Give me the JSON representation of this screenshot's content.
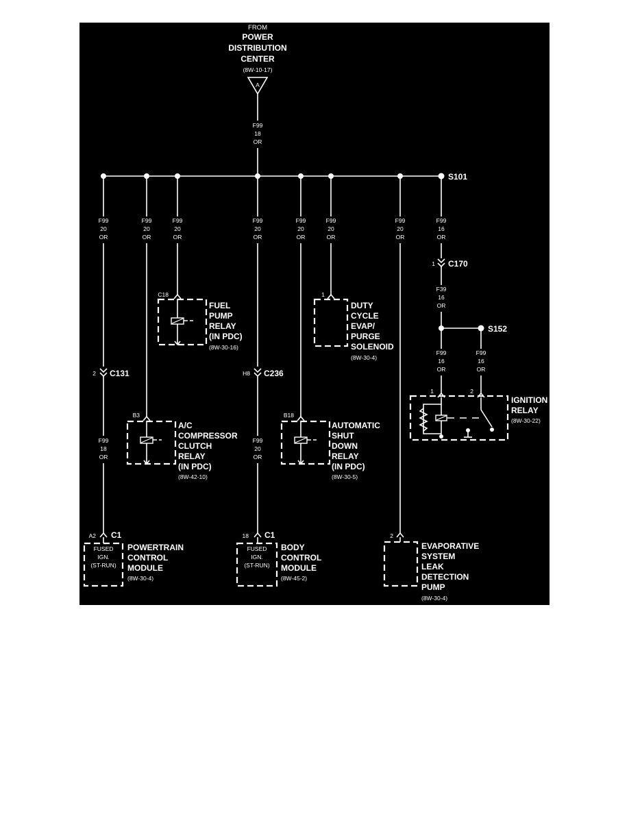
{
  "source": {
    "from": "FROM",
    "name_lines": [
      "POWER",
      "DISTRIBUTION",
      "CENTER"
    ],
    "ref": "(8W-10-17)",
    "connector": "A",
    "wire": {
      "circuit": "F99",
      "gauge": "18",
      "color": "OR"
    }
  },
  "splices": {
    "s101": "S101",
    "s152": "S152"
  },
  "branches": [
    {
      "circuit": "F99",
      "gauge": "20",
      "color": "OR"
    },
    {
      "circuit": "F99",
      "gauge": "20",
      "color": "OR"
    },
    {
      "circuit": "F99",
      "gauge": "20",
      "color": "OR"
    },
    {
      "circuit": "F99",
      "gauge": "20",
      "color": "OR"
    },
    {
      "circuit": "F99",
      "gauge": "20",
      "color": "OR"
    },
    {
      "circuit": "F99",
      "gauge": "20",
      "color": "OR"
    },
    {
      "circuit": "F99",
      "gauge": "20",
      "color": "OR"
    },
    {
      "circuit": "F99",
      "gauge": "16",
      "color": "OR"
    }
  ],
  "connectors": {
    "c131": {
      "pin": "2",
      "name": "C131"
    },
    "c236": {
      "pin": "H8",
      "name": "C236"
    },
    "c170": {
      "pin": "1",
      "name": "C170"
    }
  },
  "lower_wires": {
    "pcm": {
      "circuit": "F99",
      "gauge": "18",
      "color": "OR"
    },
    "bcm": {
      "circuit": "F99",
      "gauge": "20",
      "color": "OR"
    },
    "after_c170": {
      "circuit": "F39",
      "gauge": "16",
      "color": "OR"
    },
    "ign_pin1": {
      "circuit": "F99",
      "gauge": "16",
      "color": "OR"
    },
    "ign_pin2": {
      "circuit": "F99",
      "gauge": "16",
      "color": "OR"
    }
  },
  "components": {
    "fuel_pump_relay": {
      "pin": "C18",
      "lines": [
        "FUEL",
        "PUMP",
        "RELAY",
        "(IN PDC)"
      ],
      "ref": "(8W-30-16)"
    },
    "duty_cycle": {
      "pin": "1",
      "lines": [
        "DUTY",
        "CYCLE",
        "EVAP/",
        "PURGE",
        "SOLENOID"
      ],
      "ref": "(8W-30-4)"
    },
    "ac_relay": {
      "pin": "B3",
      "lines": [
        "A/C",
        "COMPRESSOR",
        "CLUTCH",
        "RELAY",
        "(IN PDC)"
      ],
      "ref": "(8W-42-10)"
    },
    "asd_relay": {
      "pin": "B18",
      "lines": [
        "AUTOMATIC",
        "SHUT",
        "DOWN",
        "RELAY",
        "(IN PDC)"
      ],
      "ref": "(8W-30-5)"
    },
    "ignition_relay": {
      "pin1": "1",
      "pin2": "2",
      "lines": [
        "IGNITION",
        "RELAY"
      ],
      "ref": "(8W-30-22)"
    },
    "pcm": {
      "pin": "A2",
      "connector": "C1",
      "inner": [
        "FUSED",
        "IGN.",
        "(ST-RUN)"
      ],
      "lines": [
        "POWERTRAIN",
        "CONTROL",
        "MODULE"
      ],
      "ref": "(8W-30-4)"
    },
    "bcm": {
      "pin": "18",
      "connector": "C1",
      "inner": [
        "FUSED",
        "IGN.",
        "(ST-RUN)"
      ],
      "lines": [
        "BODY",
        "CONTROL",
        "MODULE"
      ],
      "ref": "(8W-45-2)"
    },
    "evap_pump": {
      "pin": "2",
      "lines": [
        "EVAPORATIVE",
        "SYSTEM",
        "LEAK",
        "DETECTION",
        "PUMP"
      ],
      "ref": "(8W-30-4)"
    }
  }
}
